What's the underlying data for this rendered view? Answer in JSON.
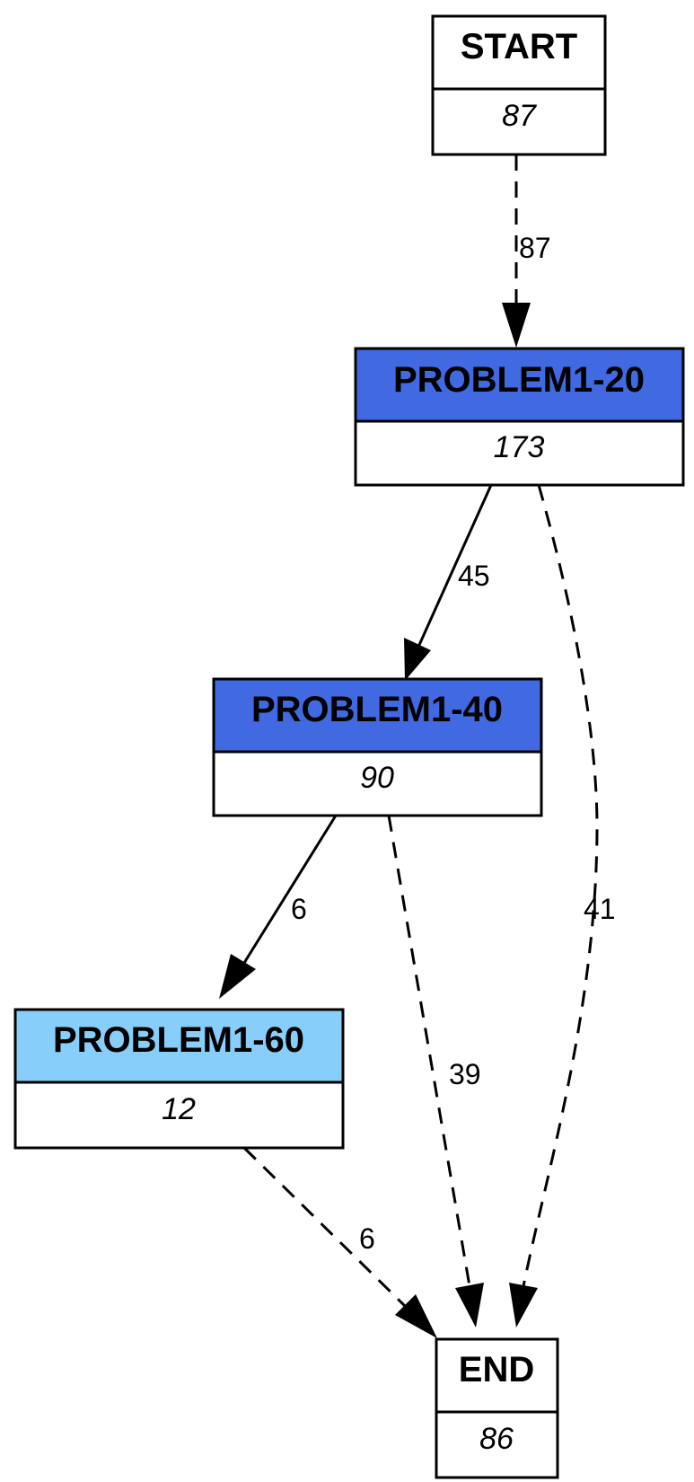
{
  "nodes": {
    "start": {
      "title": "START",
      "count": "87",
      "color": "#ffffff"
    },
    "p20": {
      "title": "PROBLEM1-20",
      "count": "173",
      "color": "#4169e1"
    },
    "p40": {
      "title": "PROBLEM1-40",
      "count": "90",
      "color": "#4169e1"
    },
    "p60": {
      "title": "PROBLEM1-60",
      "count": "12",
      "color": "#87cefa"
    },
    "end": {
      "title": "END",
      "count": "86",
      "color": "#ffffff"
    }
  },
  "edges": {
    "start_p20": {
      "label": "87",
      "style": "dashed"
    },
    "p20_p40": {
      "label": "45",
      "style": "solid"
    },
    "p20_end": {
      "label": "41",
      "style": "dashed"
    },
    "p40_p60": {
      "label": "6",
      "style": "solid"
    },
    "p40_end": {
      "label": "39",
      "style": "dashed"
    },
    "p60_end": {
      "label": "6",
      "style": "dashed"
    }
  }
}
